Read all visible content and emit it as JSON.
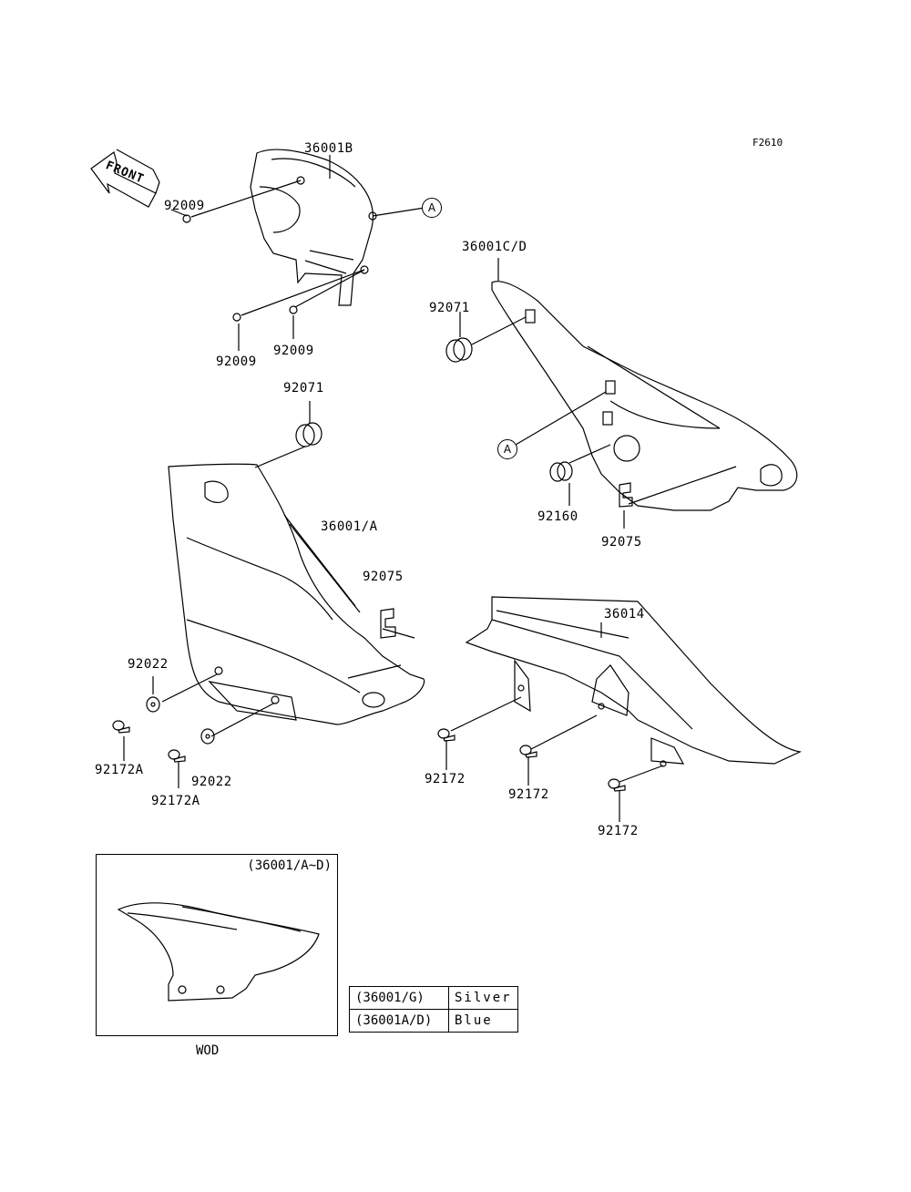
{
  "figure_code": "F2610",
  "front_label": "FRONT",
  "callout_a": "A",
  "labels": {
    "p_36001B": "36001B",
    "p_92009_top": "92009",
    "p_92009_mid": "92009",
    "p_92009_bot": "92009",
    "p_36001CD": "36001C/D",
    "p_92071_right": "92071",
    "p_92071_left": "92071",
    "p_36001A": "36001/A",
    "p_92075_left": "92075",
    "p_92160": "92160",
    "p_92075_right": "92075",
    "p_36014": "36014",
    "p_92022_top": "92022",
    "p_92022_bot": "92022",
    "p_92172A_left": "92172A",
    "p_92172A_mid": "92172A",
    "p_92172_a": "92172",
    "p_92172_b": "92172",
    "p_92172_c": "92172"
  },
  "inset": {
    "title": "(36001/A~D)",
    "caption": "WOD"
  },
  "color_table": [
    {
      "code": "(36001/G)",
      "color": "Silver"
    },
    {
      "code": "(36001A/D)",
      "color": "Blue"
    }
  ]
}
